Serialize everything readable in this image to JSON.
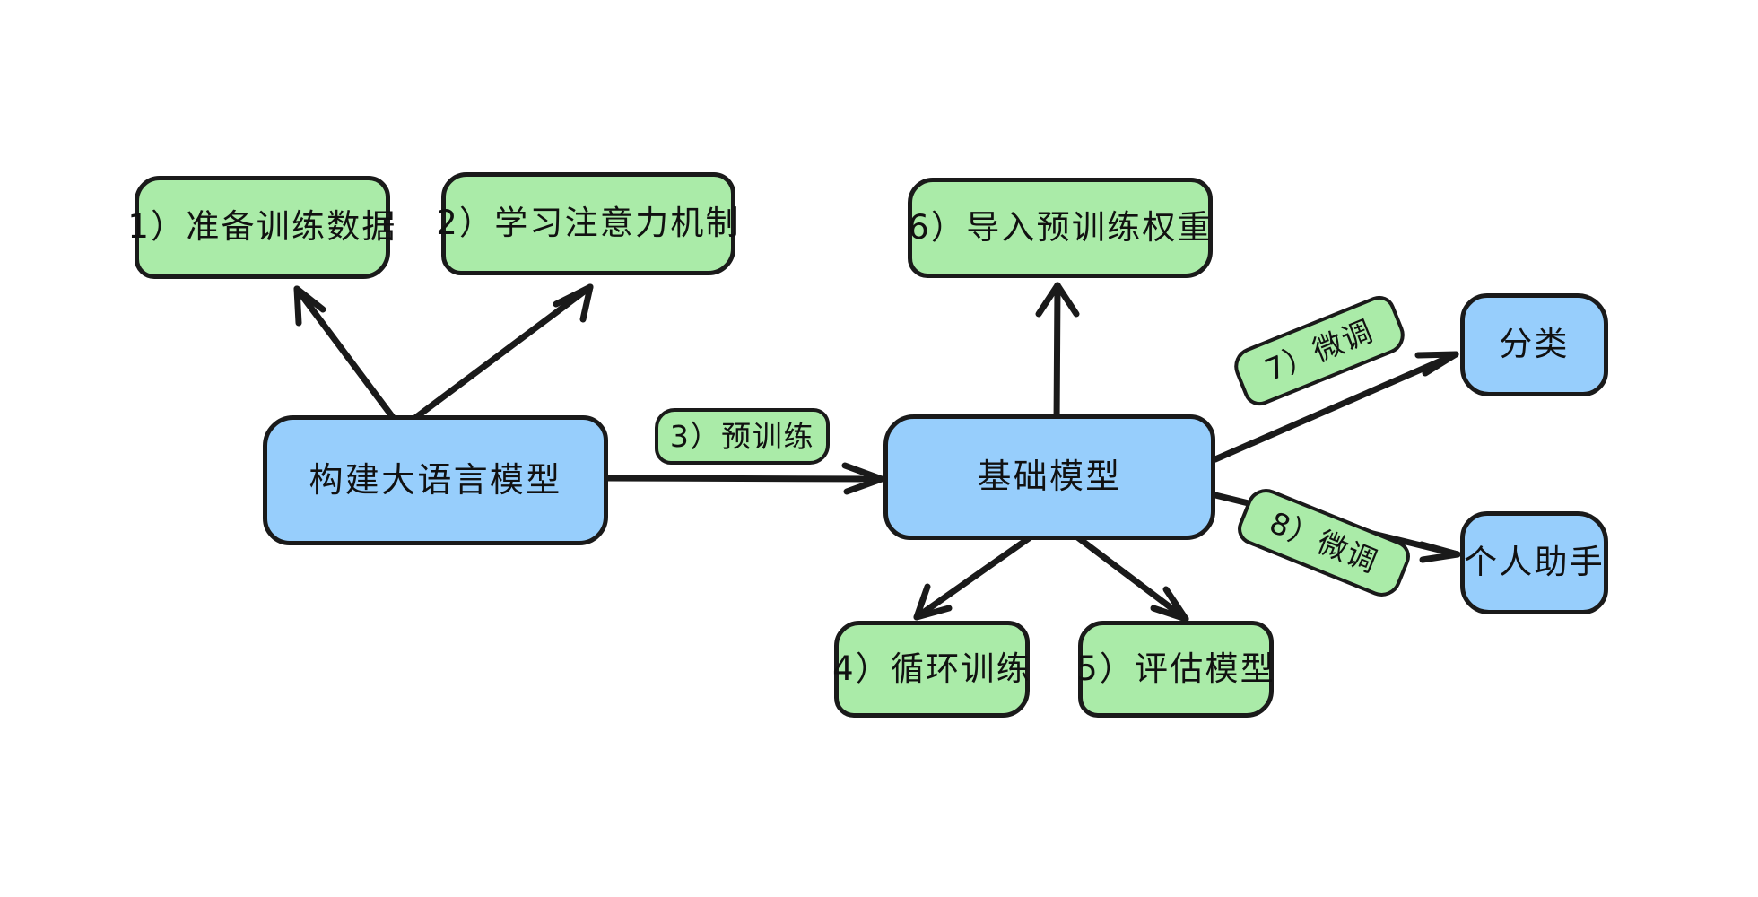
{
  "diagram": {
    "title": "构建大语言模型流程图",
    "colors": {
      "green_fill": "#aaeba8",
      "blue_fill": "#97cefc",
      "stroke": "#1a1a1a",
      "background": "#ffffff"
    },
    "nodes": {
      "prepare_data": {
        "label": "1）准备训练数据",
        "kind": "step",
        "color": "green"
      },
      "attention": {
        "label": "2）学习注意力机制",
        "kind": "step",
        "color": "green"
      },
      "build_llm": {
        "label": "构建大语言模型",
        "kind": "primary",
        "color": "blue"
      },
      "pretrain_tag": {
        "label": "3）预训练",
        "kind": "tag",
        "color": "green"
      },
      "loop_training": {
        "label": "4）循环训练",
        "kind": "step",
        "color": "green"
      },
      "evaluate_model": {
        "label": "5）评估模型",
        "kind": "step",
        "color": "green"
      },
      "load_weights": {
        "label": "6）导入预训练权重",
        "kind": "step",
        "color": "green"
      },
      "foundation_model": {
        "label": "基础模型",
        "kind": "primary",
        "color": "blue"
      },
      "finetune_tag_7": {
        "label": "7）微调",
        "kind": "tag",
        "color": "green"
      },
      "finetune_tag_8": {
        "label": "8）微调",
        "kind": "tag",
        "color": "green"
      },
      "classification": {
        "label": "分类",
        "kind": "outcome",
        "color": "blue"
      },
      "personal_assistant": {
        "label": "个人助手",
        "kind": "outcome",
        "color": "blue"
      }
    },
    "edges": [
      {
        "name": "build-llm-to-prepare-data",
        "from": "build_llm",
        "to": "prepare_data",
        "label": ""
      },
      {
        "name": "build-llm-to-attention",
        "from": "build_llm",
        "to": "attention",
        "label": ""
      },
      {
        "name": "build-llm-to-foundation-model",
        "from": "build_llm",
        "to": "foundation_model",
        "label": "3）预训练"
      },
      {
        "name": "foundation-model-to-load-weights",
        "from": "foundation_model",
        "to": "load_weights",
        "label": ""
      },
      {
        "name": "foundation-model-to-loop-training",
        "from": "foundation_model",
        "to": "loop_training",
        "label": ""
      },
      {
        "name": "foundation-model-to-evaluate-model",
        "from": "foundation_model",
        "to": "evaluate_model",
        "label": ""
      },
      {
        "name": "foundation-model-to-classification",
        "from": "foundation_model",
        "to": "classification",
        "label": "7）微调"
      },
      {
        "name": "foundation-model-to-personal-assistant",
        "from": "foundation_model",
        "to": "personal_assistant",
        "label": "8）微调"
      }
    ]
  }
}
